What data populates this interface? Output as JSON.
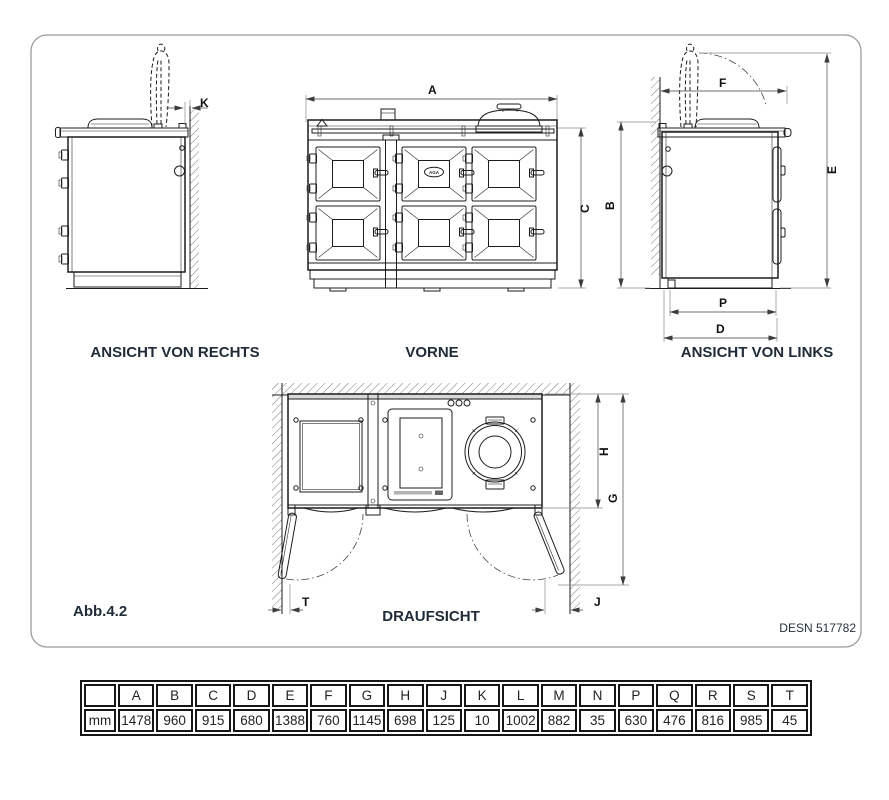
{
  "figure": {
    "caption": "Abb.4.2",
    "design_number": "DESN 517782"
  },
  "views": {
    "right_view": {
      "title": "ANSICHT VON RECHTS"
    },
    "front_view": {
      "title": "VORNE",
      "badge": "AGA"
    },
    "left_view": {
      "title": "ANSICHT VON LINKS"
    },
    "top_view": {
      "title": "DRAUFSICHT"
    }
  },
  "dims": {
    "A": "A",
    "B": "B",
    "C": "C",
    "D": "D",
    "E": "E",
    "F": "F",
    "G": "G",
    "H": "H",
    "J": "J",
    "K": "K",
    "P": "P",
    "T": "T"
  },
  "table": {
    "unit_label": "mm",
    "headers": [
      "A",
      "B",
      "C",
      "D",
      "E",
      "F",
      "G",
      "H",
      "J",
      "K",
      "L",
      "M",
      "N",
      "P",
      "Q",
      "R",
      "S",
      "T"
    ],
    "values_mm": [
      "1478",
      "960",
      "915",
      "680",
      "1388",
      "760",
      "1145",
      "698",
      "125",
      "10",
      "1002",
      "882",
      "35",
      "630",
      "476",
      "816",
      "985",
      "45"
    ]
  },
  "colors": {
    "title_text": "#1f2b38",
    "line": "#1c1c1c",
    "dim_line": "#6e6e6e"
  }
}
